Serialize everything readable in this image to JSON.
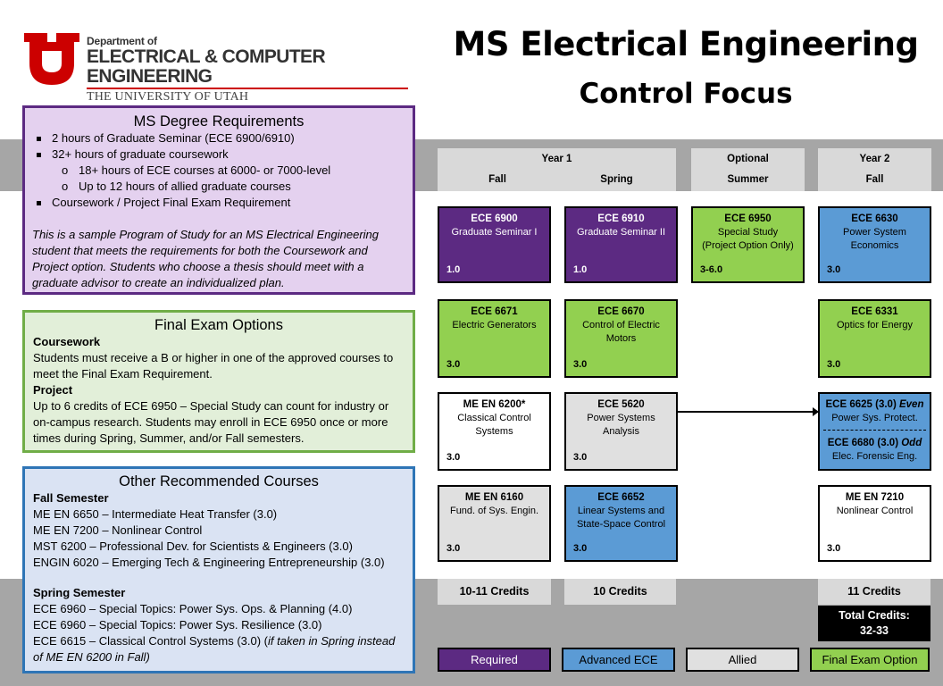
{
  "logo": {
    "dept": "Department of",
    "name": "ELECTRICAL & COMPUTER ENGINEERING",
    "univ": "THE UNIVERSITY OF UTAH",
    "brand_color": "#cc0000"
  },
  "title": {
    "line1": "MS Electrical Engineering",
    "line2": "Control Focus"
  },
  "requirements": {
    "heading": "MS Degree Requirements",
    "b1": "2 hours of Graduate Seminar (ECE 6900/6910)",
    "b2": "32+ hours of graduate coursework",
    "s1": "18+ hours of ECE courses at 6000- or 7000-level",
    "s2": "Up to 12 hours of allied graduate courses",
    "b3": "Coursework / Project Final Exam Requirement",
    "note": "This is a sample Program of Study for an MS Electrical Engineering student that meets the requirements for both the Coursework and Project option. Students who choose a thesis should meet with a graduate advisor to create an individualized plan."
  },
  "exam": {
    "heading": "Final Exam Options",
    "coursework_label": "Coursework",
    "coursework_text": "Students must receive a B or higher in one of the approved courses to meet the Final Exam Requirement.",
    "project_label": "Project",
    "project_text": "Up to 6 credits of ECE 6950 – Special Study can count for industry or on-campus research. Students may enroll in ECE 6950 once or more times during Spring, Summer, and/or Fall semesters."
  },
  "other": {
    "heading": "Other Recommended Courses",
    "fall_label": "Fall Semester",
    "fall": [
      "ME EN 6650 – Intermediate Heat Transfer (3.0)",
      "ME EN 7200 – Nonlinear Control",
      "MST 6200 – Professional Dev. for Scientists & Engineers (3.0)",
      "ENGIN 6020 – Emerging Tech & Engineering Entrepreneurship (3.0)"
    ],
    "spring_label": "Spring Semester",
    "spring": [
      "ECE 6960 – Special Topics: Power Sys. Ops. & Planning (4.0)",
      "ECE 6960 – Special Topics: Power Sys. Resilience (3.0)"
    ],
    "spring_last_a": "ECE 6615 – Classical Control Systems (3.0) (",
    "spring_last_b": "if taken in Spring instead of ME EN 6200 in Fall)"
  },
  "headers": {
    "year1": "Year 1",
    "fall1": "Fall",
    "spring1": "Spring",
    "optional": "Optional",
    "summer": "Summer",
    "year2": "Year 2",
    "fall2": "Fall"
  },
  "courses": {
    "c6900": {
      "code": "ECE 6900",
      "name": "Graduate Seminar I",
      "credits": "1.0"
    },
    "c6910": {
      "code": "ECE 6910",
      "name": "Graduate Seminar II",
      "credits": "1.0"
    },
    "c6950": {
      "code": "ECE 6950",
      "name": "Special Study",
      "name2": "(Project Option Only)",
      "credits": "3-6.0"
    },
    "c6630": {
      "code": "ECE 6630",
      "name": "Power System",
      "name2": "Economics",
      "credits": "3.0"
    },
    "c6671": {
      "code": "ECE 6671",
      "name": "Electric Generators",
      "credits": "3.0"
    },
    "c6670": {
      "code": "ECE 6670",
      "name": "Control of Electric",
      "name2": "Motors",
      "credits": "3.0"
    },
    "c6331": {
      "code": "ECE 6331",
      "name": "Optics for Energy",
      "credits": "3.0"
    },
    "c6200": {
      "code": "ME EN 6200*",
      "name": "Classical Control",
      "name2": "Systems",
      "credits": "3.0"
    },
    "c5620": {
      "code": "ECE 5620",
      "name": "Power Systems",
      "name2": "Analysis",
      "credits": "3.0"
    },
    "c6625": {
      "code": "ECE 6625 (3.0)",
      "tag": "Even",
      "name": "Power Sys. Protect."
    },
    "c6680": {
      "code": "ECE 6680 (3.0)",
      "tag": "Odd",
      "name": "Elec. Forensic Eng."
    },
    "c6160": {
      "code": "ME EN 6160",
      "name": "Fund. of Sys. Engin.",
      "credits": "3.0"
    },
    "c6652": {
      "code": "ECE 6652",
      "name": "Linear Systems and",
      "name2": "State-Space Control",
      "credits": "3.0"
    },
    "c7210": {
      "code": "ME EN 7210",
      "name": "Nonlinear Control",
      "credits": "3.0"
    }
  },
  "credits": {
    "fall1": "10-11 Credits",
    "spring1": "10 Credits",
    "fall2": "11 Credits",
    "total_label": "Total Credits:",
    "total_value": "32-33"
  },
  "legend": {
    "required": "Required",
    "advanced": "Advanced ECE",
    "allied": "Allied",
    "final_exam": "Final Exam Option"
  },
  "colors": {
    "required": "#5c2a82",
    "advanced": "#5b9bd5",
    "allied": "#e0e0e0",
    "final_exam": "#92d050"
  }
}
